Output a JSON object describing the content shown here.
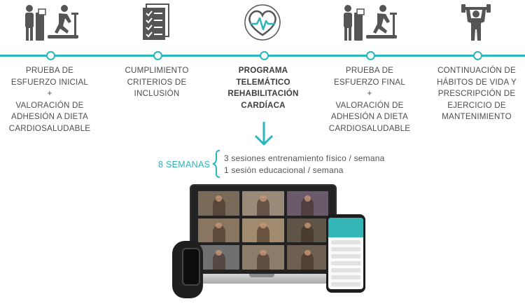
{
  "colors": {
    "accent": "#2bb5bd",
    "icon": "#555555",
    "text": "#4d4d4d"
  },
  "steps": [
    {
      "icon": "treadmill-test-icon",
      "lines": [
        "PRUEBA DE",
        "ESFUERZO INICIAL",
        "+",
        "VALORACIÓN DE",
        "ADHESIÓN A DIETA",
        "CARDIOSALUDABLE"
      ],
      "bold": false
    },
    {
      "icon": "checklist-icon",
      "lines": [
        "CUMPLIMIENTO",
        "CRITERIOS DE",
        "INCLUSIÓN"
      ],
      "bold": false
    },
    {
      "icon": "heart-monitor-icon",
      "lines": [
        "PROGRAMA",
        "TELEMÁTICO",
        "REHABILITACIÓN",
        "CARDÍACA"
      ],
      "bold": true
    },
    {
      "icon": "treadmill-test-icon",
      "lines": [
        "PRUEBA DE",
        "ESFUERZO FINAL",
        "+",
        "VALORACIÓN DE",
        "ADHESIÓN A DIETA",
        "CARDIOSALUDABLE"
      ],
      "bold": false
    },
    {
      "icon": "weightlifter-icon",
      "lines": [
        "CONTINUACIÓN DE",
        "HÁBITOS DE VIDA Y",
        "PRESCRIPCIÓN DE",
        "EJERCICIO DE",
        "MANTENIMIENTO"
      ],
      "bold": false
    }
  ],
  "weeks": {
    "label": "8 SEMANAS",
    "items": [
      "3 sesiones entrenamiento físico / semana",
      "1 sesión educacional / semana"
    ]
  }
}
